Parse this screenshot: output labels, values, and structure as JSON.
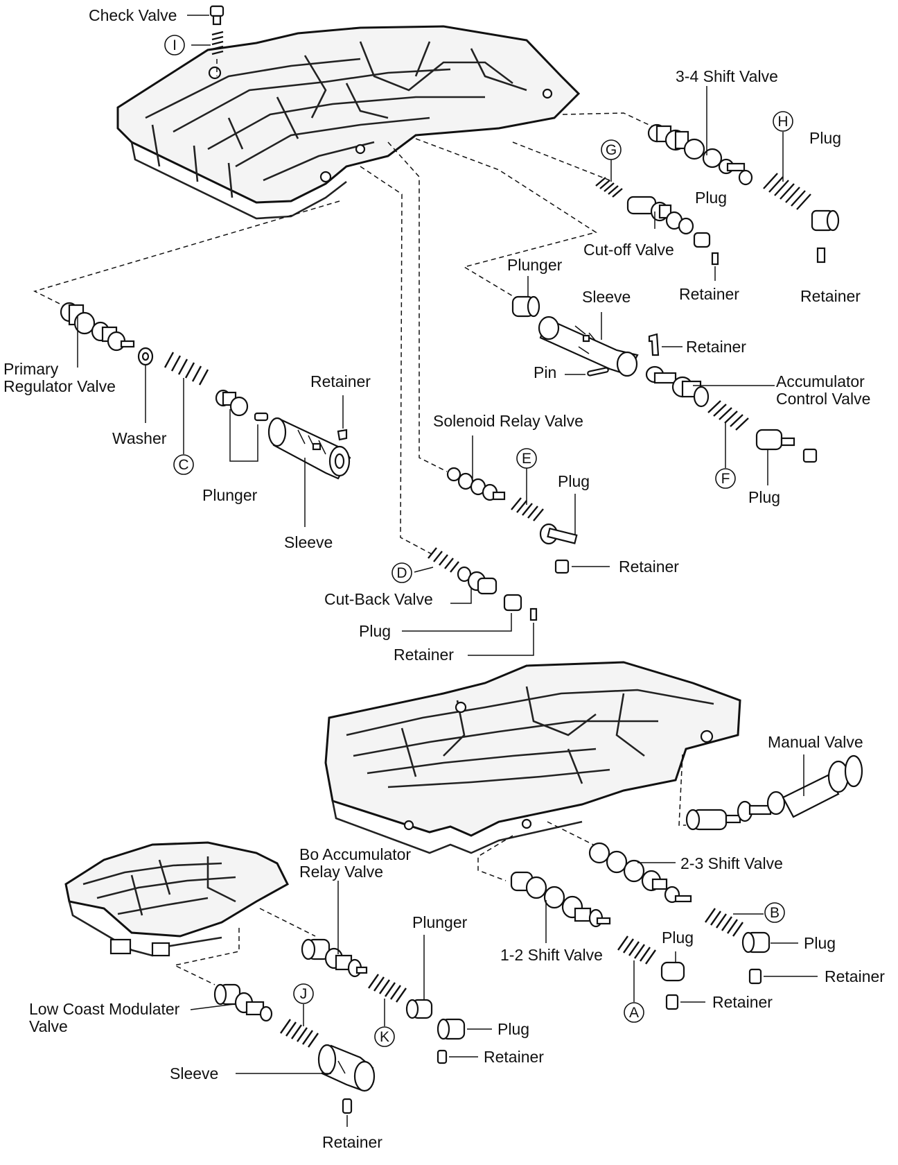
{
  "labels": {
    "check_valve": "Check Valve",
    "shift_valve_34": "3-4 Shift Valve",
    "plug_h": "Plug",
    "plug_cutoff": "Plug",
    "cutoff_valve": "Cut-off Valve",
    "plunger_top": "Plunger",
    "sleeve_top": "Sleeve",
    "retainer_cutoff": "Retainer",
    "retainer_h": "Retainer",
    "retainer_sleeve_top": "Retainer",
    "pin": "Pin",
    "accumulator_control_valve_1": "Accumulator",
    "accumulator_control_valve_2": "Control Valve",
    "plug_f": "Plug",
    "primary_regulator_1": "Primary",
    "primary_regulator_2": "Regulator Valve",
    "washer": "Washer",
    "retainer_primary": "Retainer",
    "plunger_primary": "Plunger",
    "sleeve_primary": "Sleeve",
    "solenoid_relay_valve": "Solenoid Relay Valve",
    "plug_solenoid": "Plug",
    "retainer_solenoid": "Retainer",
    "cutback_valve": "Cut-Back Valve",
    "plug_cutback": "Plug",
    "retainer_cutback": "Retainer",
    "manual_valve": "Manual Valve",
    "shift_valve_23": "2-3 Shift Valve",
    "plug_b": "Plug",
    "retainer_b": "Retainer",
    "bo_accumulator_1": "Bo Accumulator",
    "bo_accumulator_2": "Relay Valve",
    "plunger_bo": "Plunger",
    "shift_valve_12": "1-2 Shift Valve",
    "plug_a": "Plug",
    "retainer_a": "Retainer",
    "plug_k": "Plug",
    "retainer_k": "Retainer",
    "low_coast_1": "Low Coast Modulater",
    "low_coast_2": "Valve",
    "sleeve_lowcoast": "Sleeve",
    "retainer_lowcoast": "Retainer"
  },
  "callouts": {
    "A": "A",
    "B": "B",
    "C": "C",
    "D": "D",
    "E": "E",
    "F": "F",
    "G": "G",
    "H": "H",
    "I": "I",
    "J": "J",
    "K": "K"
  }
}
